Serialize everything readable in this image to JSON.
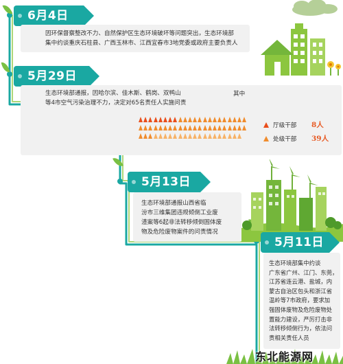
{
  "colors": {
    "teal": "#1aa8a2",
    "green_line": "#8cc63f",
    "orange": "#f08c2d",
    "red": "#e94e1b",
    "card": "#f1f1f1",
    "text": "#333333",
    "accent_number": "#e75a24"
  },
  "timeline": [
    {
      "date": "6月4日",
      "lines": [
        "因环保督察整改不力、自然保护区生态环境破坏等问题突出，生态环境部",
        "集中约谈重庆石柱县、广西玉林市、江西宜春市3地党委或政府主要负责人"
      ]
    },
    {
      "date": "5月29日",
      "lines": [
        "生态环境部通报，因哈尔滨、佳木斯、鹤岗、双鸭山",
        "等4市空气污染治理不力，决定对65名责任人实施问责"
      ],
      "breakdown_heading": "其中",
      "breakdown": [
        {
          "label": "厅级干部",
          "count": "8人",
          "value": 8,
          "color": "#e94e1b"
        },
        {
          "label": "处级干部",
          "count": "39人",
          "value": 39,
          "color": "#f08c2d"
        }
      ],
      "total": 65
    },
    {
      "date": "5月13日",
      "lines": [
        "生态环境部通报山西省临",
        "汾市三维集团违规倾倒工业废",
        "渣案等6起非法转移倾倒固体废",
        "物及危险废物案件的问责情况"
      ]
    },
    {
      "date": "5月11日",
      "lines": [
        "生态环境部集中约谈",
        "广东省广州、江门、东莞，",
        "江苏省连云港、盐城，内",
        "蒙古自治区包头和浙江省",
        "温岭等7市政府，要求加",
        "强固体废物及危险废物处",
        "置能力建设，严厉打击非",
        "法转移倾倒行为，依法问",
        "责相关责任人员"
      ]
    }
  ],
  "watermark": "东北能源网"
}
